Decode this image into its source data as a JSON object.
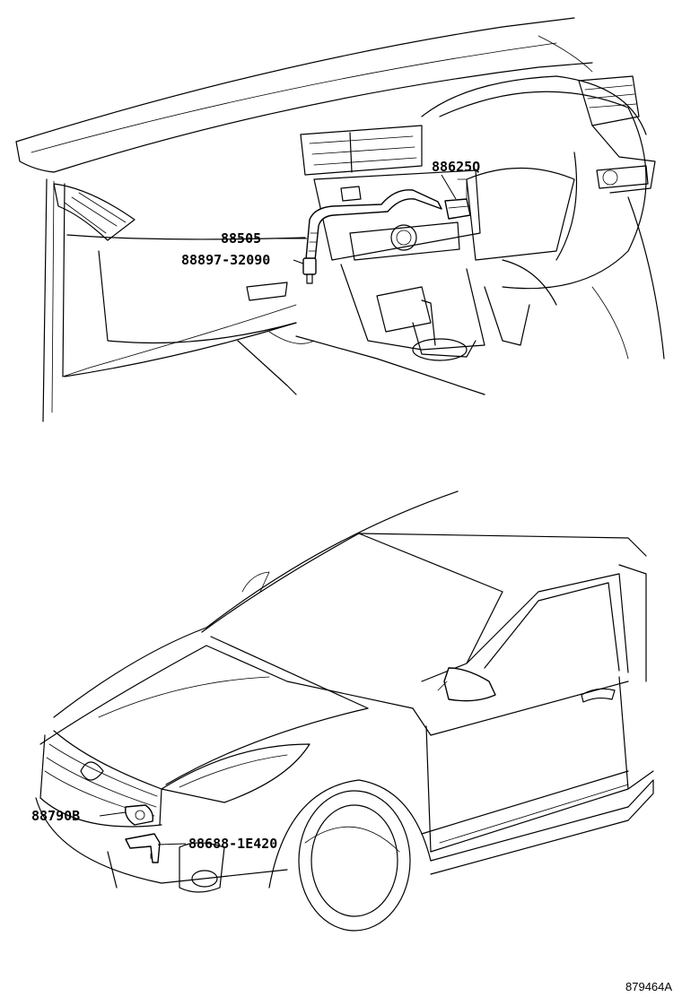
{
  "labels": {
    "sensor_upper_right": "88625Q",
    "harness_upper": "88505",
    "clamp_upper": "88897-32090",
    "sensor_front": "88790B",
    "bracket_front": "88688-1E420"
  },
  "figure_id": "879464A"
}
